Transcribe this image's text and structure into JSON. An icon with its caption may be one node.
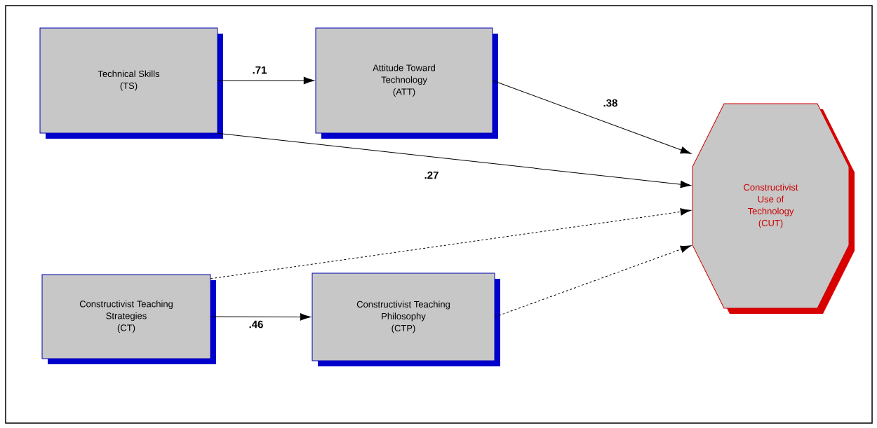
{
  "diagram": {
    "nodes": [
      {
        "text": [
          "Technical Skills",
          "(TS)"
        ]
      },
      {
        "text": [
          "Attitude Toward Technology",
          "(ATT)"
        ]
      },
      {
        "text": [
          "Constructivist Use of Technology",
          "(CUT)"
        ]
      },
      {
        "text": [
          "Constructivist Teaching Strategies",
          "(CT)"
        ]
      },
      {
        "text": [
          "Constructivist Teaching Philosophy",
          "(CTP)"
        ]
      }
    ],
    "edges": [
      {
        "from": 0,
        "to": 1,
        "arrow": "to",
        "label": ".71"
      },
      {
        "from": 1,
        "to": 2,
        "arrow": "to",
        "label": ".38"
      },
      {
        "from": 0,
        "to": 2,
        "arrow": "to",
        "label": ".27"
      },
      {
        "from": 3,
        "to": 2,
        "arrow": "to",
        "style": "dashed"
      },
      {
        "from": 3,
        "to": 4,
        "arrow": "to",
        "label": ".46"
      },
      {
        "from": 4,
        "to": 2,
        "arrow": "to",
        "style": "dashed"
      }
    ]
  }
}
